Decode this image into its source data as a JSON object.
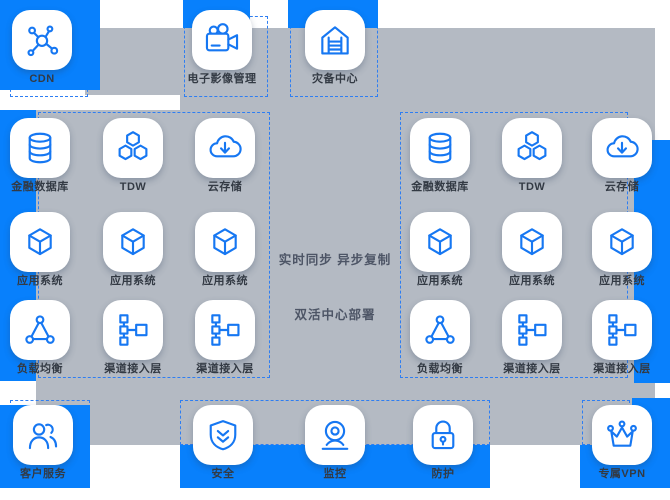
{
  "colors": {
    "backdrop_blue": "#0880fc",
    "zone_gray": "#b4bac3",
    "icon_stroke_blue": "#1677f2",
    "dashed_border_blue": "#2e7ef2",
    "label_text": "#333a44",
    "center_text": "#4d5566",
    "tile_background": "#ffffff"
  },
  "top_nodes": [
    {
      "id": "cdn",
      "label": "CDN",
      "icon": "cdn"
    },
    {
      "id": "image-mgmt",
      "label": "电子影像管理",
      "icon": "camera"
    },
    {
      "id": "dr-center",
      "label": "灾备中心",
      "icon": "warehouse"
    }
  ],
  "dc_nodes": [
    {
      "id": "finance-db",
      "label": "金融数据库",
      "icon": "db"
    },
    {
      "id": "tdw",
      "label": "TDW",
      "icon": "tdw"
    },
    {
      "id": "cloud-storage",
      "label": "云存储",
      "icon": "cloud-download"
    },
    {
      "id": "app-system-1",
      "label": "应用系统",
      "icon": "cube"
    },
    {
      "id": "app-system-2",
      "label": "应用系统",
      "icon": "cube"
    },
    {
      "id": "app-system-3",
      "label": "应用系统",
      "icon": "cube"
    },
    {
      "id": "load-balancer",
      "label": "负载均衡",
      "icon": "load-balancer"
    },
    {
      "id": "channel-access-1",
      "label": "渠道接入层",
      "icon": "tree"
    },
    {
      "id": "channel-access-2",
      "label": "渠道接入层",
      "icon": "tree"
    }
  ],
  "bottom_nodes": [
    {
      "id": "customer-service",
      "label": "客户服务",
      "icon": "users"
    },
    {
      "id": "security",
      "label": "安全",
      "icon": "shield"
    },
    {
      "id": "monitoring",
      "label": "监控",
      "icon": "webcam"
    },
    {
      "id": "protection",
      "label": "防护",
      "icon": "lock"
    },
    {
      "id": "dedicated-vpn",
      "label": "专属VPN",
      "icon": "crown"
    }
  ],
  "center_labels": {
    "sync": "实时同步 异步复制",
    "deploy": "双活中心部署"
  }
}
